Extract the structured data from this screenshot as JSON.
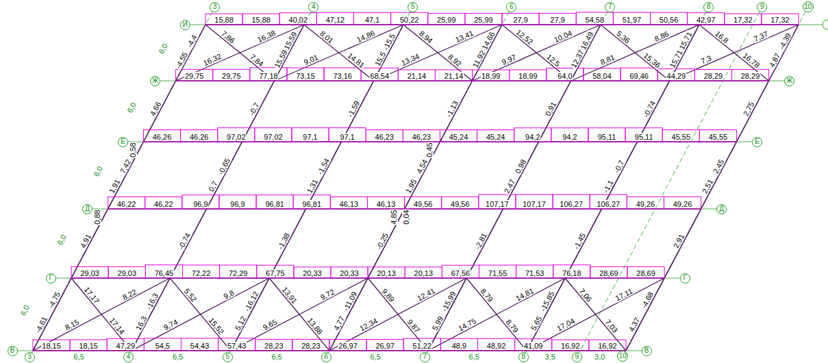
{
  "diagram": {
    "nodes": [
      {
        "text": [
          "3"
        ]
      },
      {
        "text": [
          "4"
        ]
      },
      {
        "text": [
          "5"
        ]
      },
      {
        "text": [
          "6"
        ]
      },
      {
        "text": [
          "7"
        ]
      },
      {
        "text": [
          "8"
        ]
      },
      {
        "text": [
          "9"
        ]
      },
      {
        "text": [
          "10"
        ]
      },
      {
        "text": [
          "И"
        ]
      },
      {
        "text": [
          "Ж"
        ]
      },
      {
        "text": [
          "Ж"
        ]
      },
      {
        "text": [
          "Е"
        ]
      },
      {
        "text": [
          "Е"
        ]
      },
      {
        "text": [
          "Д"
        ]
      },
      {
        "text": [
          "Д"
        ]
      },
      {
        "text": [
          "Г"
        ]
      },
      {
        "text": [
          "Г"
        ]
      },
      {
        "text": [
          "В"
        ]
      },
      {
        "text": [
          "В"
        ]
      },
      {
        "text": [
          "3"
        ]
      },
      {
        "text": [
          "4"
        ]
      },
      {
        "text": [
          "5"
        ]
      },
      {
        "text": [
          "6"
        ]
      },
      {
        "text": [
          "7"
        ]
      },
      {
        "text": [
          "8"
        ]
      },
      {
        "text": [
          "9"
        ]
      },
      {
        "text": [
          "10"
        ]
      }
    ],
    "labels": [
      "15,88",
      "15,88",
      "40,02",
      "47,12",
      "47,1",
      "50,22",
      "25,99",
      "25,99",
      "27,9",
      "27,9",
      "54,58",
      "51,97",
      "50,56",
      "42,97",
      "17,32",
      "17,32",
      "29,75",
      "29,75",
      "77,18",
      "73,15",
      "73,16",
      "68,54",
      "21,14",
      "21,14",
      "18,99",
      "18,99",
      "64,0",
      "58,04",
      "69,46",
      "44,29",
      "28,29",
      "28,29",
      "46,26",
      "46,26",
      "97,02",
      "97,02",
      "97,1",
      "97,1",
      "46,23",
      "46,23",
      "45,24",
      "45,24",
      "94,2",
      "94,2",
      "95,11",
      "95,11",
      "45,55",
      "45,55",
      "46,22",
      "46,22",
      "96,9",
      "96,9",
      "96,81",
      "96,81",
      "46,13",
      "46,13",
      "49,56",
      "49,56",
      "107,17",
      "107,17",
      "106,27",
      "106,27",
      "49,26",
      "49,26",
      "29,03",
      "29,03",
      "76,45",
      "72,22",
      "72,29",
      "67,75",
      "20,33",
      "20,33",
      "20,13",
      "20,13",
      "67,56",
      "71,55",
      "71,53",
      "76,18",
      "28,69",
      "28,69",
      "18,15",
      "18,15",
      "47,29",
      "54,5",
      "54,43",
      "57,43",
      "28,23",
      "28,23",
      "26,97",
      "26,97",
      "51,22",
      "48,9",
      "48,92",
      "41,09",
      "16,92",
      "16,92",
      "-4,4",
      "-4,55",
      "4,66",
      "7,42",
      "1,91",
      "4,91",
      "-4,75",
      "-4,61",
      "-0,7",
      "-0,65",
      "0,7",
      "-0,74",
      "-1,59",
      "-1,54",
      "1,31",
      "-1,38",
      "-1,13",
      "4,54",
      "1,95",
      "-0,25",
      "0,91",
      "0,98",
      "2,47",
      "-2,81",
      "-0,74",
      "-0,7",
      "-1,1",
      "-1,45",
      "-4,39",
      "4,87",
      "2,75",
      "2,45",
      "2,51",
      "2,91",
      "-4,68",
      "4,37",
      "16,32",
      "16,38",
      "7,86",
      "7,84",
      "-15,59",
      "15,59",
      "9,01",
      "14,86",
      "8,01",
      "14,81",
      "-15,5",
      "15,5",
      "13,34",
      "13,41",
      "8,94",
      "8,92",
      "-14,66",
      "11,92",
      "9,97",
      "10,04",
      "12,52",
      "12,5",
      "-16,49",
      "12,37",
      "8,81",
      "8,86",
      "5,36",
      "15,36",
      "-15,71",
      "15,71",
      "7,3",
      "7,37",
      "16,8",
      "16,78",
      "8,15",
      "8,22",
      "17,17",
      "17,14",
      "-16,3",
      "16,3",
      "9,74",
      "9,8",
      "5,52",
      "15,52",
      "-16,12",
      "5,12",
      "9,65",
      "9,72",
      "13,91",
      "13,88",
      "-11,09",
      "4,77",
      "12,34",
      "12,41",
      "9,89",
      "9,87",
      "-15,99",
      "5,99",
      "14,75",
      "14,81",
      "8,79",
      "8,79",
      "-15,85",
      "5,65",
      "17,04",
      "17,11",
      "7,06",
      "7,03",
      "0,58",
      "0,88",
      "0,45",
      "4,85",
      "0,04",
      "6,0",
      "6,0",
      "6,0",
      "6,0",
      "6,0",
      "6,5",
      "6,5",
      "6,5",
      "6,5",
      "6,5",
      "3,5",
      "3,0"
    ]
  }
}
